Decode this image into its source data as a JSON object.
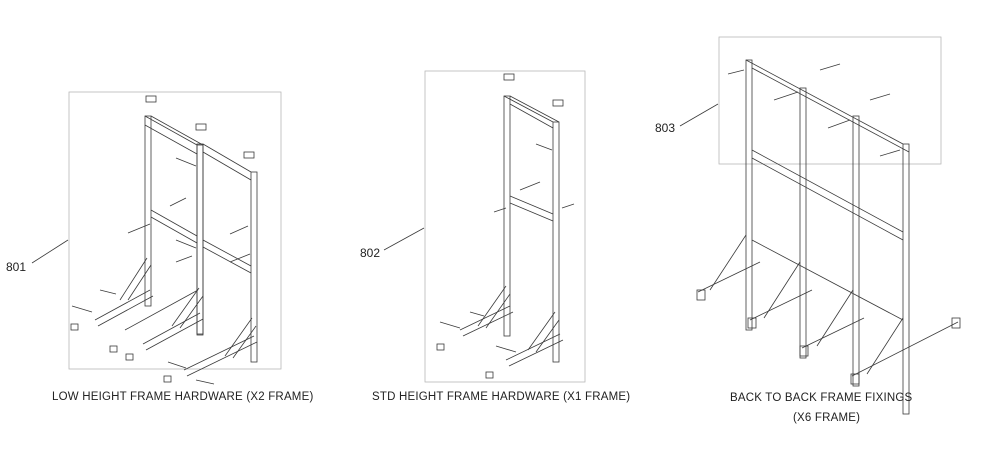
{
  "callouts": {
    "low_height": "801",
    "std_height": "802",
    "back_to_back": "803"
  },
  "captions": {
    "low_height": "LOW HEIGHT FRAME HARDWARE  (X2 FRAME)",
    "std_height": "STD HEIGHT FRAME HARDWARE (X1 FRAME)",
    "back_to_back_line1": "BACK TO BACK FRAME FIXINGS",
    "back_to_back_line2": "(X6 FRAME)"
  },
  "colors": {
    "line": "#3a3a3a",
    "frame_border": "#b8b8b8",
    "background": "#ffffff"
  }
}
